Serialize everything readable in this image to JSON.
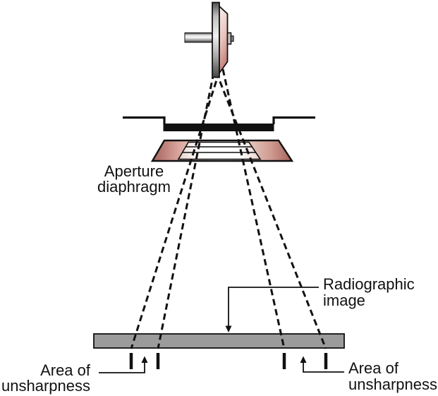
{
  "figure": {
    "labels": {
      "aperture": {
        "line1": "Aperture",
        "line2": "diaphragm"
      },
      "radiographic": {
        "line1": "Radiographic",
        "line2": "image"
      },
      "area_left": {
        "line1": "Area of",
        "line2": "unsharpness"
      },
      "area_right": {
        "line1": "Area of",
        "line2": "unsharpness"
      }
    },
    "icons": [
      "up-arrow-icon",
      "up-arrow-icon",
      "down-arrow-icon"
    ]
  },
  "colors": {
    "ink": "#111111",
    "receptor_gray": "#9b9b9b",
    "pink_edge": "#a5625b",
    "pink_mid": "#dcaaa1",
    "pink_light": "#f7efec",
    "plate_top": "#f9f2f0",
    "plate_mid": "#e9c4bd",
    "plate_bottom": "#c08078",
    "slat_tint": "#e9d2cb"
  }
}
